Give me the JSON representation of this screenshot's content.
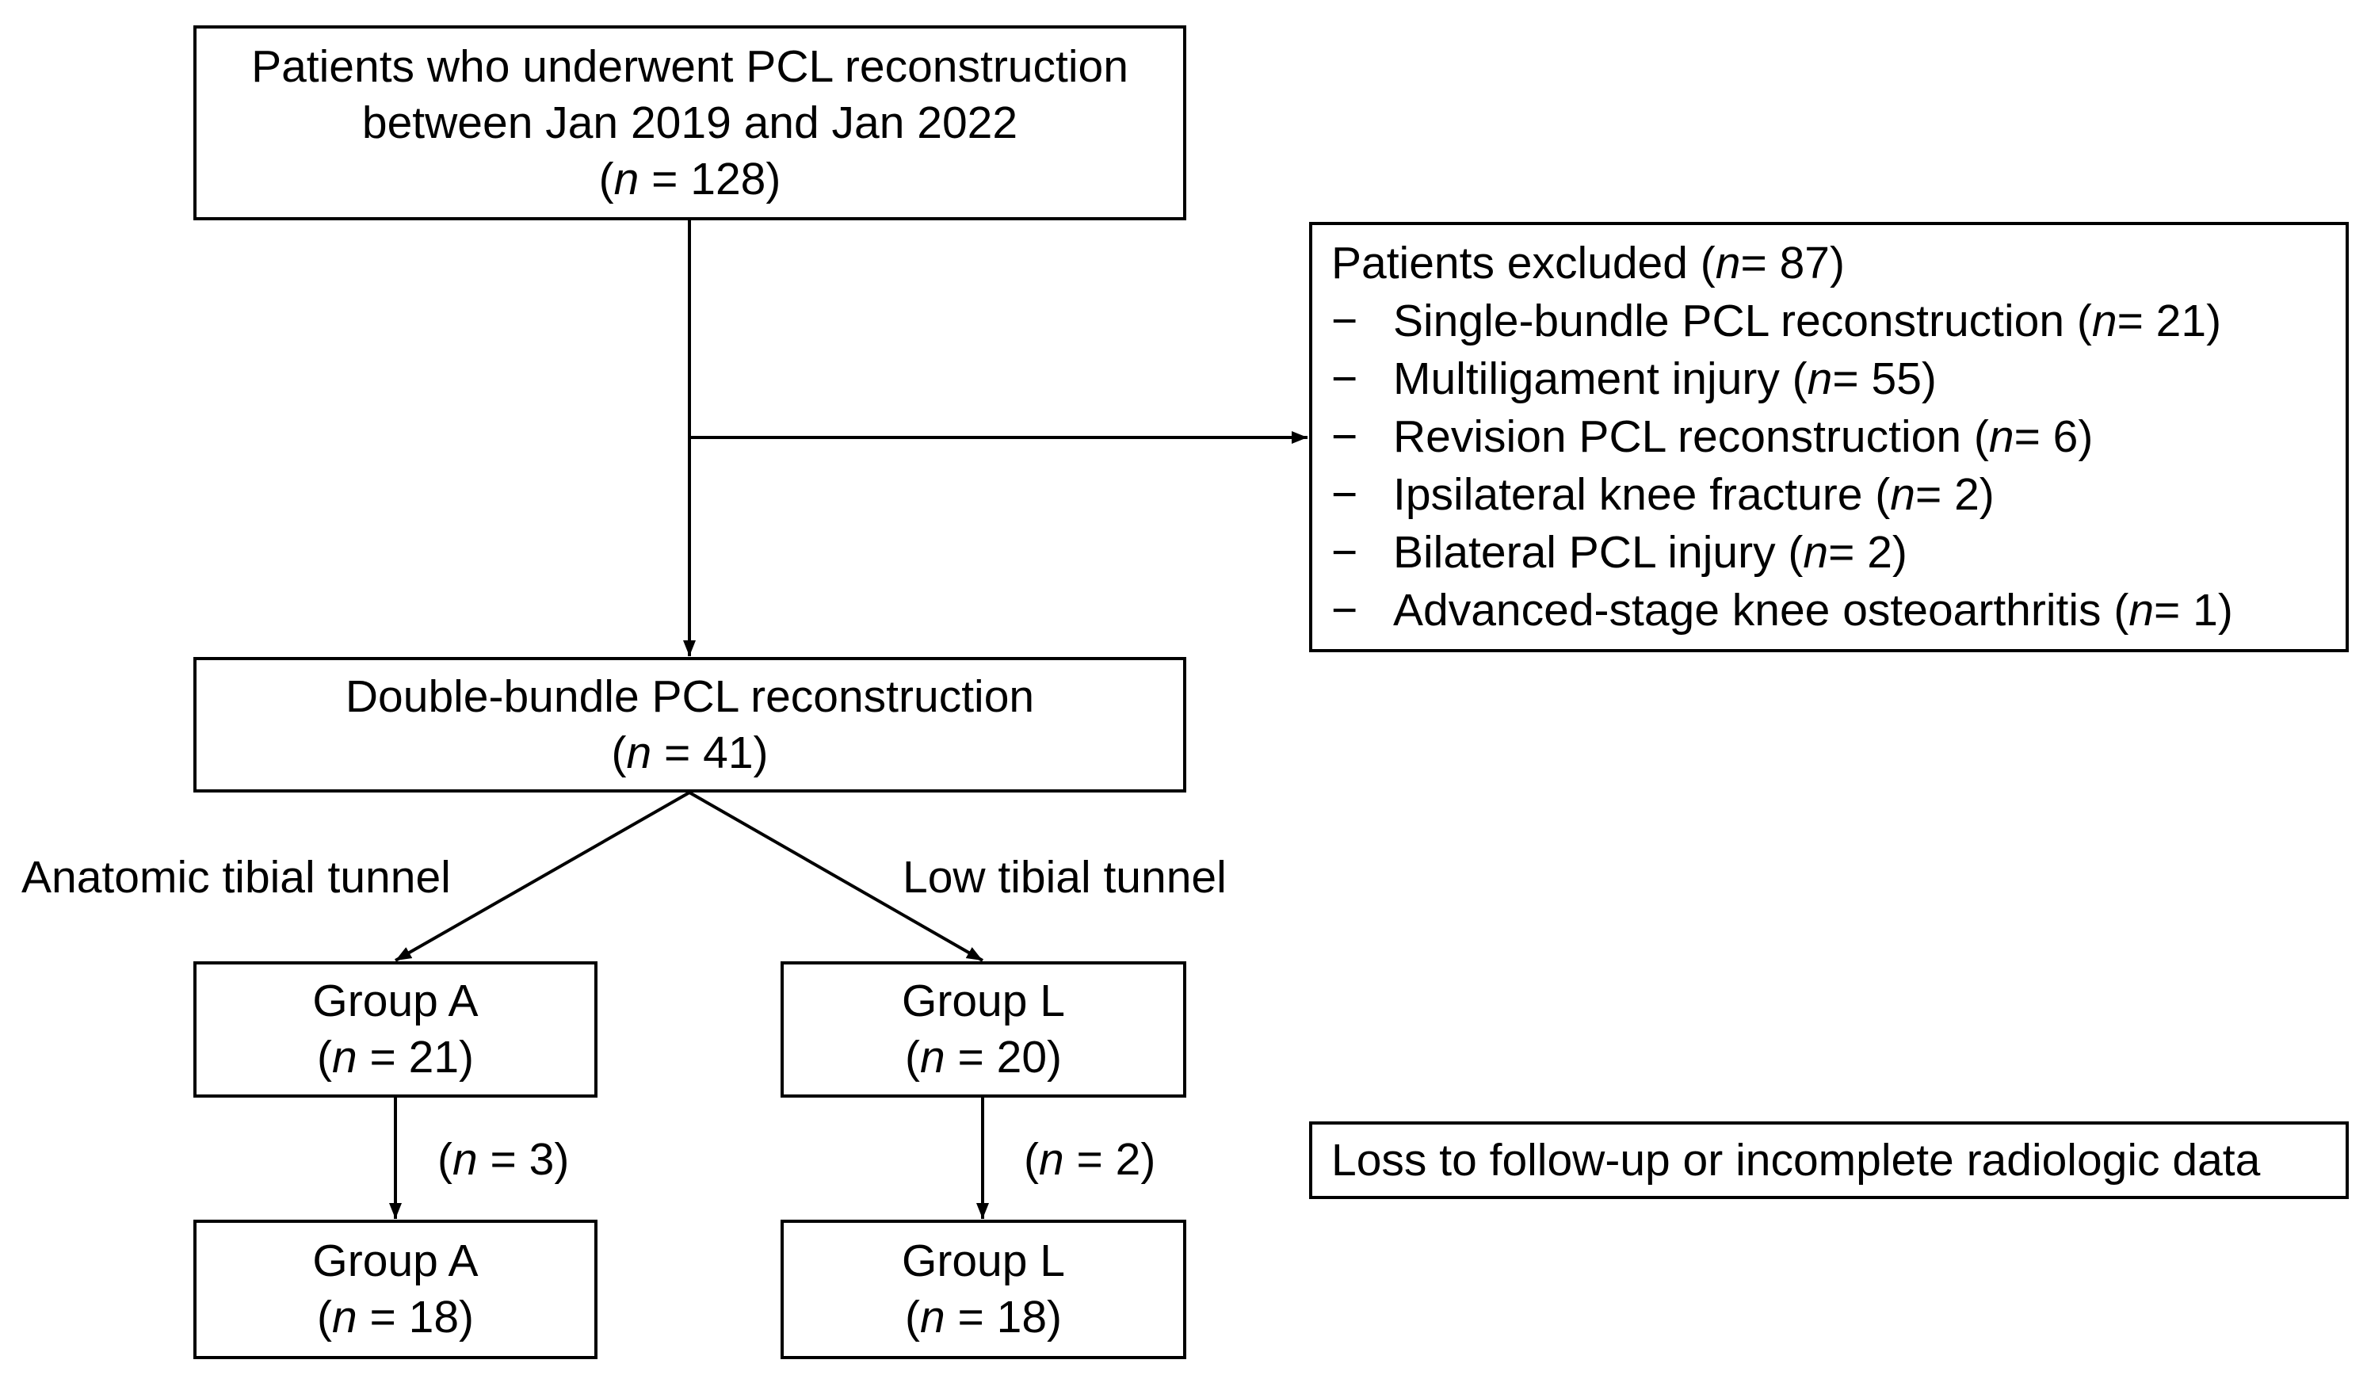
{
  "enrolled": {
    "line1": "Patients who underwent PCL reconstruction",
    "line2": "between Jan 2019 and Jan 2022",
    "n_prefix": "(",
    "n_var": "n",
    "n_text": " = 128)"
  },
  "excluded": {
    "title_text": "Patients excluded (",
    "title_var": "n",
    "title_count": " = 87)",
    "dash": "−",
    "items": [
      {
        "label": "Single-bundle PCL reconstruction (",
        "count": " = 21)"
      },
      {
        "label": "Multiligament injury (",
        "count": " = 55)"
      },
      {
        "label": "Revision PCL reconstruction (",
        "count": " = 6)"
      },
      {
        "label": "Ipsilateral knee fracture (",
        "count": " = 2)"
      },
      {
        "label": "Bilateral PCL injury (",
        "count": " = 2)"
      },
      {
        "label": "Advanced-stage knee osteoarthritis (",
        "count": " = 1)"
      }
    ]
  },
  "double_bundle": {
    "line1": "Double-bundle PCL reconstruction",
    "n_text": " = 41)"
  },
  "branch_labels": {
    "left": "Anatomic tibial tunnel",
    "right": "Low tibial tunnel"
  },
  "group_a": {
    "label": "Group A",
    "n_text": " = 21)"
  },
  "group_l": {
    "label": "Group L",
    "n_text": " = 20)"
  },
  "loss_a": {
    "n_text": " = 3)"
  },
  "loss_l": {
    "n_text": " = 2)"
  },
  "loss_box": {
    "label": "Loss to follow-up or incomplete radiologic data"
  },
  "final_a": {
    "label": "Group A",
    "n_text": " = 18)"
  },
  "final_l": {
    "label": "Group L",
    "n_text": " = 18)"
  },
  "common": {
    "open": "(",
    "n": "n"
  }
}
